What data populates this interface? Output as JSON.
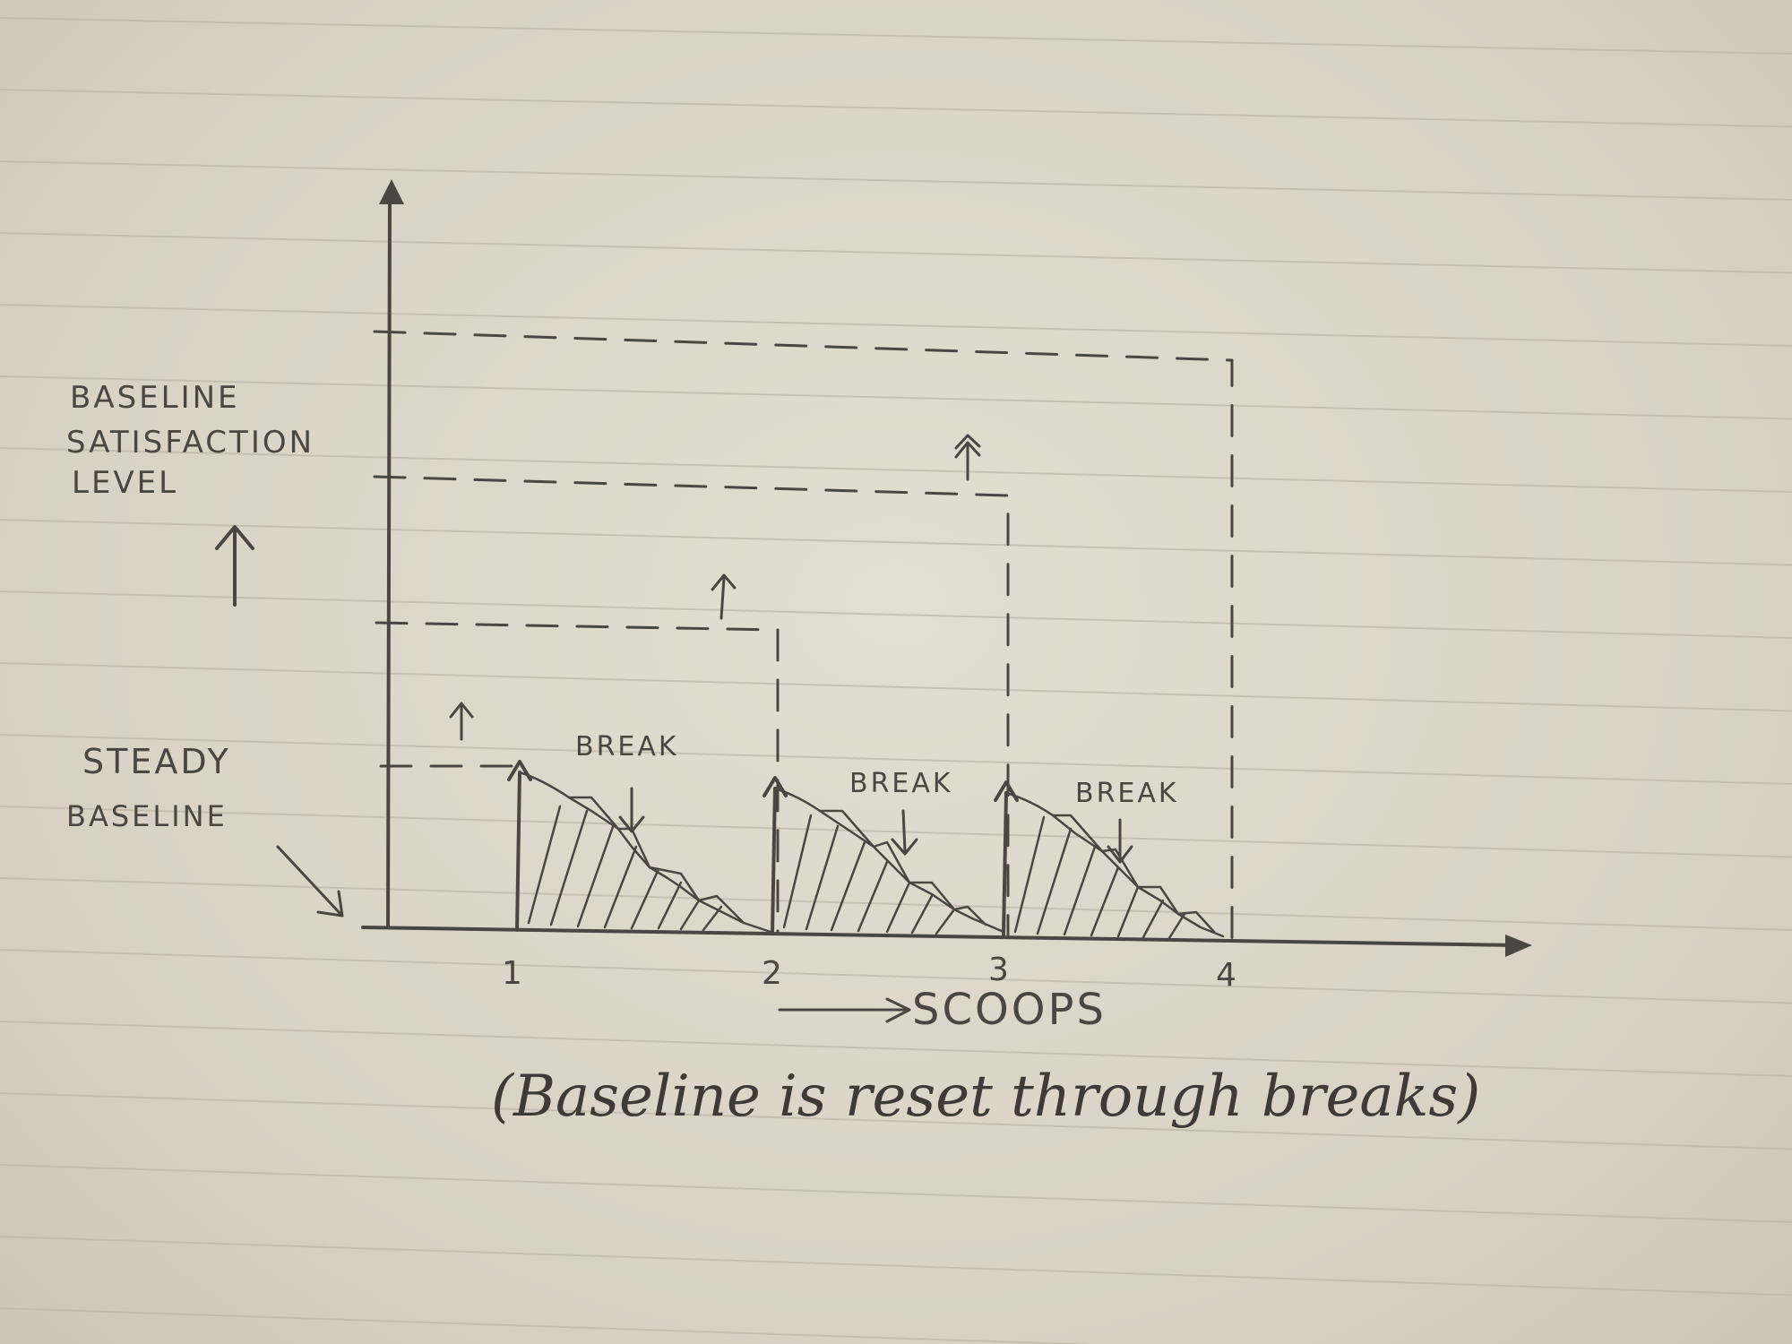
{
  "labels": {
    "y_axis": [
      "BASELINE",
      "SATISFACTION",
      "LEVEL"
    ],
    "steady": [
      "STEADY",
      "BASELINE"
    ],
    "break": "BREAK",
    "x_axis": "SCOOPS",
    "caption": "(Baseline is reset through breaks)"
  },
  "ticks": [
    "1",
    "2",
    "3",
    "4"
  ],
  "colors": {
    "ink": "#4a4642",
    "rule": "#bdb5a8"
  }
}
